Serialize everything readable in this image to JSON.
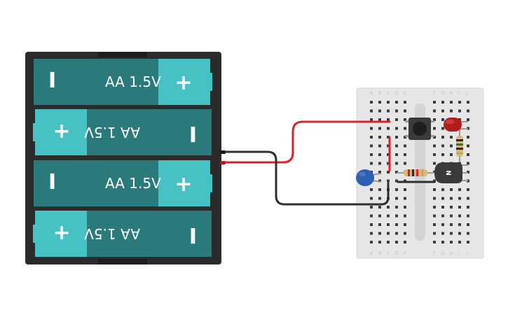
{
  "battery_pack": {
    "cells": [
      {
        "label": "AA 1.5V",
        "positive": "+",
        "negative": "I"
      },
      {
        "label": "AA 1.5V",
        "positive": "+",
        "negative": "I"
      },
      {
        "label": "AA 1.5V",
        "positive": "+",
        "negative": "I"
      },
      {
        "label": "AA 1.5V",
        "positive": "+",
        "negative": "I"
      }
    ]
  },
  "breadboard": {
    "column_letters_left": [
      "A",
      "B",
      "C",
      "D",
      "E"
    ],
    "column_letters_right": [
      "F",
      "G",
      "H",
      "I",
      "J"
    ]
  },
  "transistor": {
    "label": "N"
  },
  "colors": {
    "battery_case": "#2b2b2b",
    "cell_dark": "#2a7a7c",
    "cell_light": "#46c2c4",
    "wire_red": "#d9232a",
    "wire_black": "#2e2e2e",
    "breadboard": "#e6e6e6",
    "led": "#b31c1c",
    "capacitor": "#2f5fb0"
  }
}
